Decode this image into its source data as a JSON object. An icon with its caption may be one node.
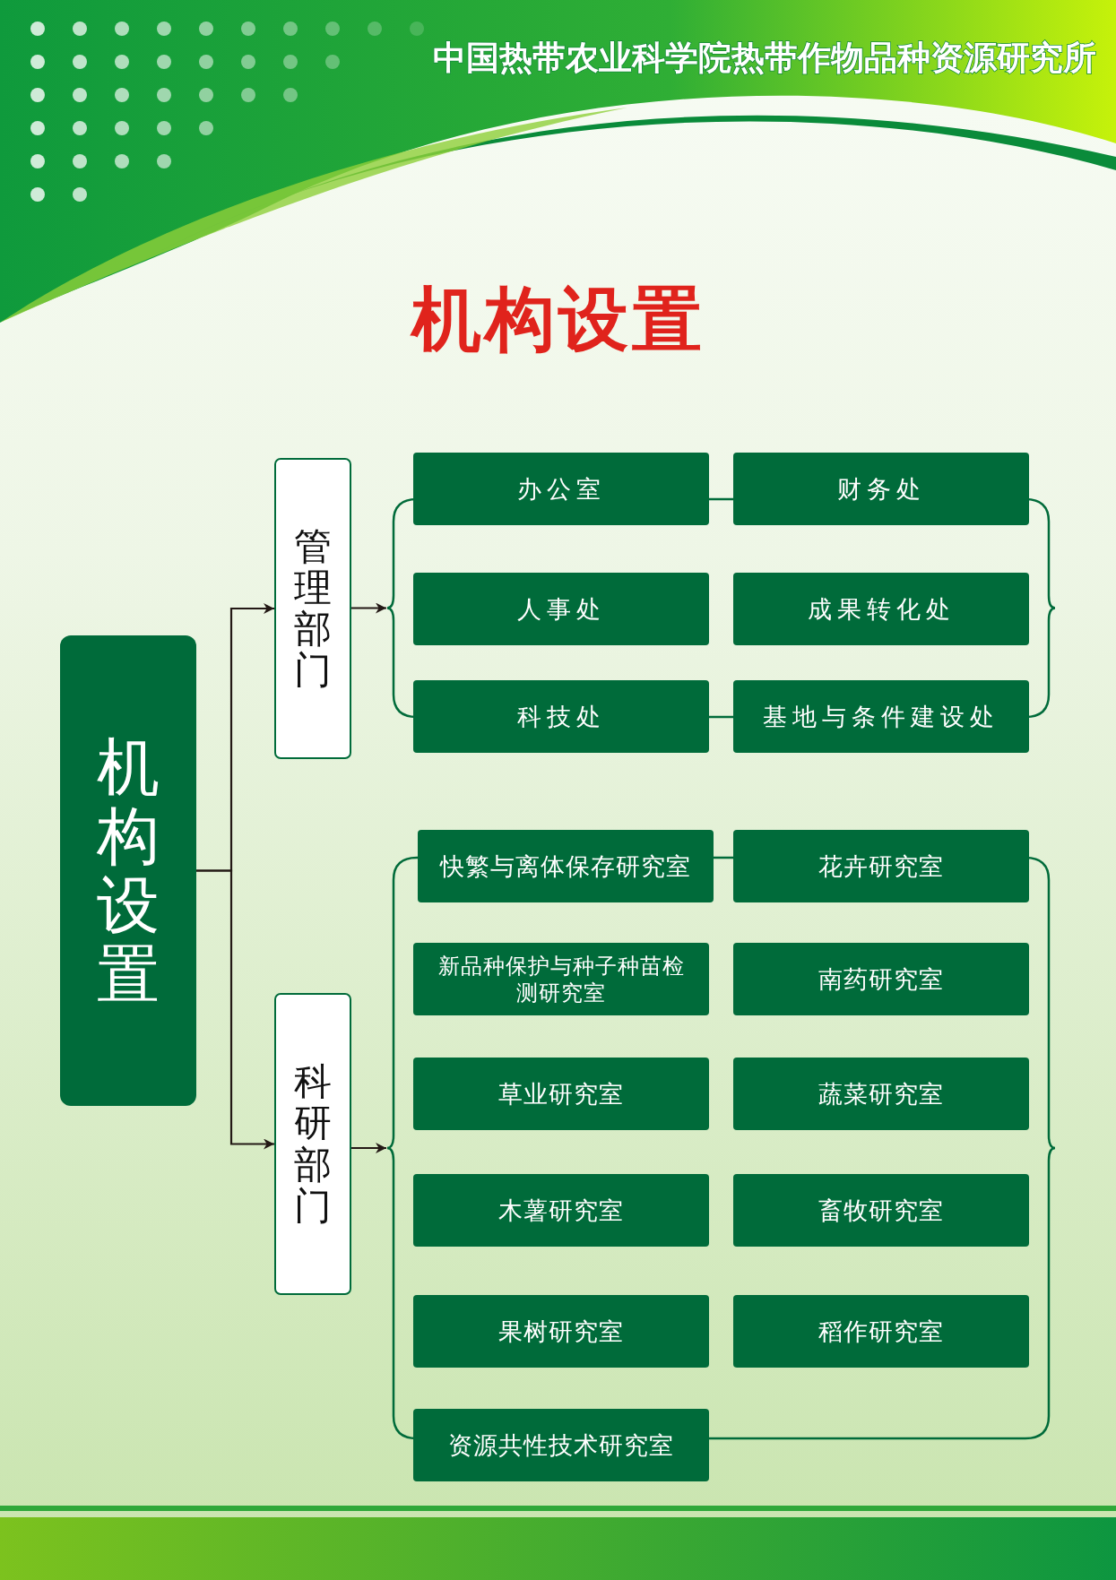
{
  "diagram": {
    "title": "机构设置",
    "nodes": [
      {
        "text": [
          "机构设置"
        ]
      },
      {
        "text": [
          "管理部门"
        ]
      },
      {
        "text": [],
        "shape": "box"
      },
      {
        "text": [
          "办公室"
        ]
      },
      {
        "text": [
          "财务处"
        ]
      },
      {
        "text": [
          "人事处"
        ],
        "in": 2
      },
      {
        "text": [
          "成果转化处"
        ],
        "in": 2
      },
      {
        "text": [
          "科技处"
        ]
      },
      {
        "text": [
          "基地与条件建设处"
        ]
      },
      {
        "text": [
          "科研部门"
        ]
      },
      {
        "text": [],
        "shape": "box"
      },
      {
        "text": [
          "快繁与离体保存研究室"
        ]
      },
      {
        "text": [
          "花卉研究室"
        ]
      },
      {
        "text": [
          "新品种保护与种子种苗检测研究室"
        ],
        "in": 10
      },
      {
        "text": [
          "南药研究室"
        ],
        "in": 10
      },
      {
        "text": [
          "草业研究室"
        ],
        "in": 10
      },
      {
        "text": [
          "蔬菜研究室"
        ],
        "in": 10
      },
      {
        "text": [
          "木薯研究室"
        ],
        "in": 10
      },
      {
        "text": [
          "畜牧研究室"
        ],
        "in": 10
      },
      {
        "text": [
          "果树研究室"
        ],
        "in": 10
      },
      {
        "text": [
          "稻作研究室"
        ],
        "in": 10
      },
      {
        "text": [
          "资源共性技术研究室"
        ]
      }
    ],
    "edges": [
      {
        "from": 0,
        "to": 1,
        "arrow": "to"
      },
      {
        "from": 0,
        "to": 9,
        "arrow": "to"
      },
      {
        "from": 1,
        "to": 2,
        "arrow": "to"
      },
      {
        "from": 9,
        "to": 10,
        "arrow": "to"
      }
    ],
    "labels": [
      "中国热带农业科学院热带作物品种资源研究所"
    ]
  }
}
